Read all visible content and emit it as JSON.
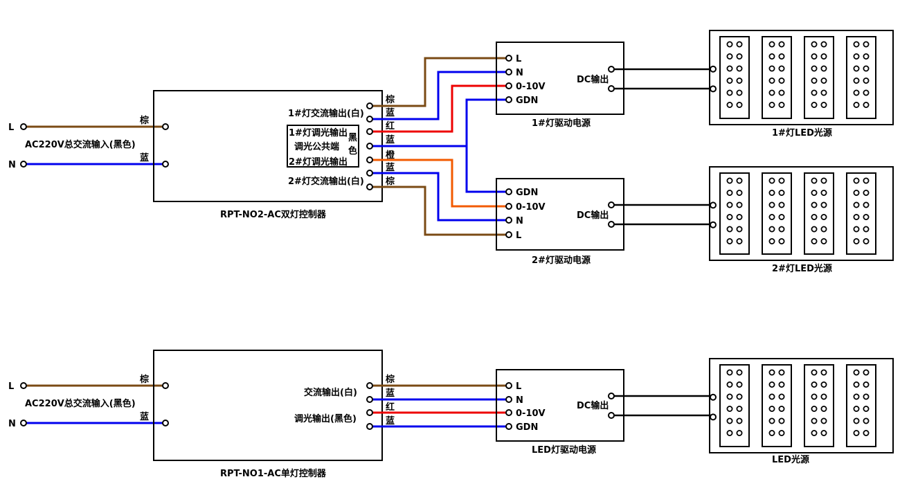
{
  "colors": {
    "brown": "#7a4a14",
    "blue": "#0000ee",
    "red": "#ee0000",
    "orange": "#f25a00",
    "black": "#000000"
  },
  "top": {
    "input": {
      "l": "L",
      "n": "N",
      "desc": "AC220V总交流输入(黑色)",
      "brown": "棕",
      "blue": "蓝"
    },
    "controller": {
      "name": "RPT-NO2-AC双灯控制器",
      "out1": "1#灯交流输出(白)",
      "dim1": "1#灯调光输出",
      "common": "调光公共端",
      "dim2": "2#灯调光输出",
      "black1": "黑",
      "black2": "色",
      "out2": "2#灯交流输出(白)",
      "wires": [
        "棕",
        "蓝",
        "红",
        "蓝",
        "橙",
        "蓝",
        "棕"
      ]
    },
    "driver1": {
      "name": "1#灯驱动电源",
      "pins": [
        "L",
        "N",
        "0-10V",
        "GDN"
      ],
      "dc": "DC输出"
    },
    "driver2": {
      "name": "2#灯驱动电源",
      "pins": [
        "GDN",
        "0-10V",
        "N",
        "L"
      ],
      "dc": "DC输出"
    },
    "led1": {
      "name": "1#灯LED光源"
    },
    "led2": {
      "name": "2#灯LED光源"
    }
  },
  "bottom": {
    "input": {
      "l": "L",
      "n": "N",
      "desc": "AC220V总交流输入(黑色)",
      "brown": "棕",
      "blue": "蓝"
    },
    "controller": {
      "name": "RPT-NO1-AC单灯控制器",
      "out": "交流输出(白)",
      "dim": "调光输出(黑色)",
      "wires": [
        "棕",
        "蓝",
        "红",
        "蓝"
      ]
    },
    "driver": {
      "name": "LED灯驱动电源",
      "pins": [
        "L",
        "N",
        "0-10V",
        "GDN"
      ],
      "dc": "DC输出"
    },
    "led": {
      "name": "LED光源"
    }
  }
}
